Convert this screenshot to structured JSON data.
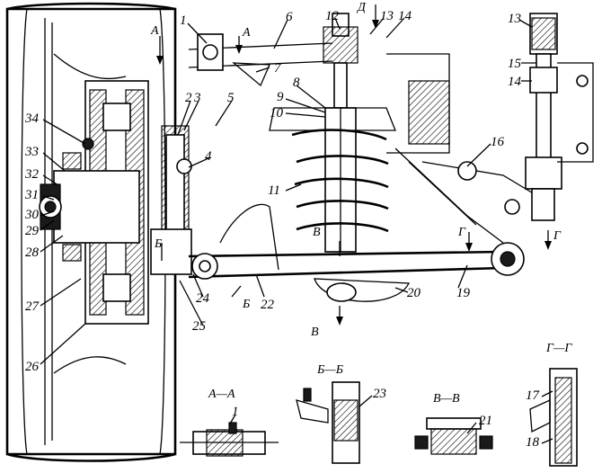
{
  "diagram": {
    "callouts": [
      {
        "id": "c1",
        "label": "1"
      },
      {
        "id": "c2",
        "label": "2"
      },
      {
        "id": "c3",
        "label": "3"
      },
      {
        "id": "c4",
        "label": "4"
      },
      {
        "id": "c5",
        "label": "5"
      },
      {
        "id": "c6",
        "label": "6"
      },
      {
        "id": "c7",
        "label": "7"
      },
      {
        "id": "c8",
        "label": "8"
      },
      {
        "id": "c9",
        "label": "9"
      },
      {
        "id": "c10",
        "label": "10"
      },
      {
        "id": "c11",
        "label": "11"
      },
      {
        "id": "c12",
        "label": "12"
      },
      {
        "id": "c13",
        "label": "13"
      },
      {
        "id": "c14",
        "label": "14"
      },
      {
        "id": "c13b",
        "label": "13"
      },
      {
        "id": "c15",
        "label": "15"
      },
      {
        "id": "c14b",
        "label": "14"
      },
      {
        "id": "c16",
        "label": "16"
      },
      {
        "id": "c19",
        "label": "19"
      },
      {
        "id": "c20",
        "label": "20"
      },
      {
        "id": "c22",
        "label": "22"
      },
      {
        "id": "c24",
        "label": "24"
      },
      {
        "id": "c25",
        "label": "25"
      },
      {
        "id": "c26",
        "label": "26"
      },
      {
        "id": "c27",
        "label": "27"
      },
      {
        "id": "c28",
        "label": "28"
      },
      {
        "id": "c29",
        "label": "29"
      },
      {
        "id": "c30",
        "label": "30"
      },
      {
        "id": "c31",
        "label": "31"
      },
      {
        "id": "c32",
        "label": "32"
      },
      {
        "id": "c33",
        "label": "33"
      },
      {
        "id": "c34",
        "label": "34"
      },
      {
        "id": "s1",
        "label": "1"
      },
      {
        "id": "s23",
        "label": "23"
      },
      {
        "id": "s21",
        "label": "21"
      },
      {
        "id": "s17",
        "label": "17"
      },
      {
        "id": "s18",
        "label": "18"
      }
    ],
    "section_markers": [
      {
        "id": "mA1",
        "label": "А"
      },
      {
        "id": "mA2",
        "label": "А"
      },
      {
        "id": "mD",
        "label": "Д"
      },
      {
        "id": "mB1",
        "label": "Б"
      },
      {
        "id": "mB2",
        "label": "Б"
      },
      {
        "id": "mV1",
        "label": "В"
      },
      {
        "id": "mV2",
        "label": "В"
      },
      {
        "id": "mG1",
        "label": "Г"
      },
      {
        "id": "mG2",
        "label": "Г"
      }
    ],
    "section_titles": [
      {
        "id": "tAA",
        "label": "А—А"
      },
      {
        "id": "tBB",
        "label": "Б—Б"
      },
      {
        "id": "tVV",
        "label": "В—В"
      },
      {
        "id": "tGG",
        "label": "Г—Г"
      }
    ]
  }
}
